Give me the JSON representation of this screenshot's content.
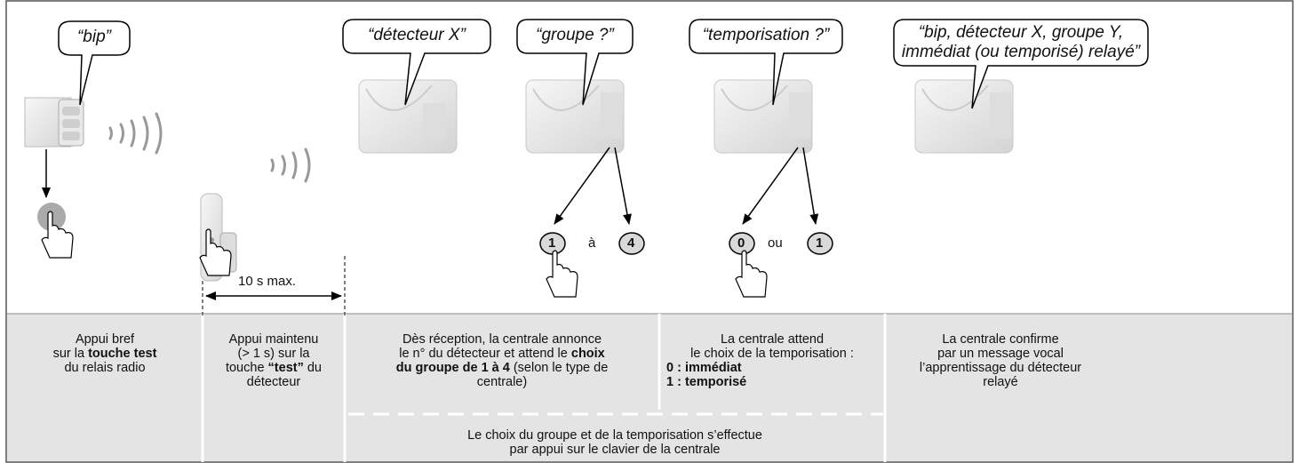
{
  "bubbles": {
    "bip": "“bip”",
    "detecteur": "“détecteur X”",
    "groupe": "“groupe ?”",
    "tempo": "“temporisation ?”",
    "confirm": "“bip, détecteur X, groupe Y,\nimmédiat (ou temporisé) relayé”"
  },
  "keys": {
    "group_first": "1",
    "group_sep": "à",
    "group_last": "4",
    "tempo_first": "0",
    "tempo_sep": "ou",
    "tempo_last": "1"
  },
  "timing_label": "10 s max.",
  "steps": {
    "s1": {
      "l1": "Appui bref",
      "l2a": "sur la ",
      "l2b": "touche test",
      "l3": "du relais radio"
    },
    "s2": {
      "l1": "Appui maintenu",
      "l2": "(> 1 s) sur la",
      "l3a": "touche ",
      "l3b": "“test”",
      "l3c": " du",
      "l4": "détecteur"
    },
    "s3": {
      "l1": "Dès réception, la centrale annonce",
      "l2a": "le n° du détecteur et attend le ",
      "l2b": "choix",
      "l3a": "du groupe de 1 à 4",
      "l3b": " (selon le type de",
      "l4": "centrale)"
    },
    "s4": {
      "l1": "La centrale attend",
      "l2": "le choix de la temporisation :",
      "l3": "0 : immédiat",
      "l4": "1 : temporisé"
    },
    "s5": {
      "l1": "La centrale confirme",
      "l2": "par un message vocal",
      "l3": "l’apprentissage du détecteur",
      "l4": "relayé"
    }
  },
  "shared_note": {
    "l1": "Le choix du groupe et de la temporisation s’effectue",
    "l2": "par appui sur le clavier de la centrale"
  },
  "colors": {
    "panel": "#e4e4e4",
    "key": "#d9d9d9",
    "device": "#ececec",
    "border": "#444444"
  }
}
